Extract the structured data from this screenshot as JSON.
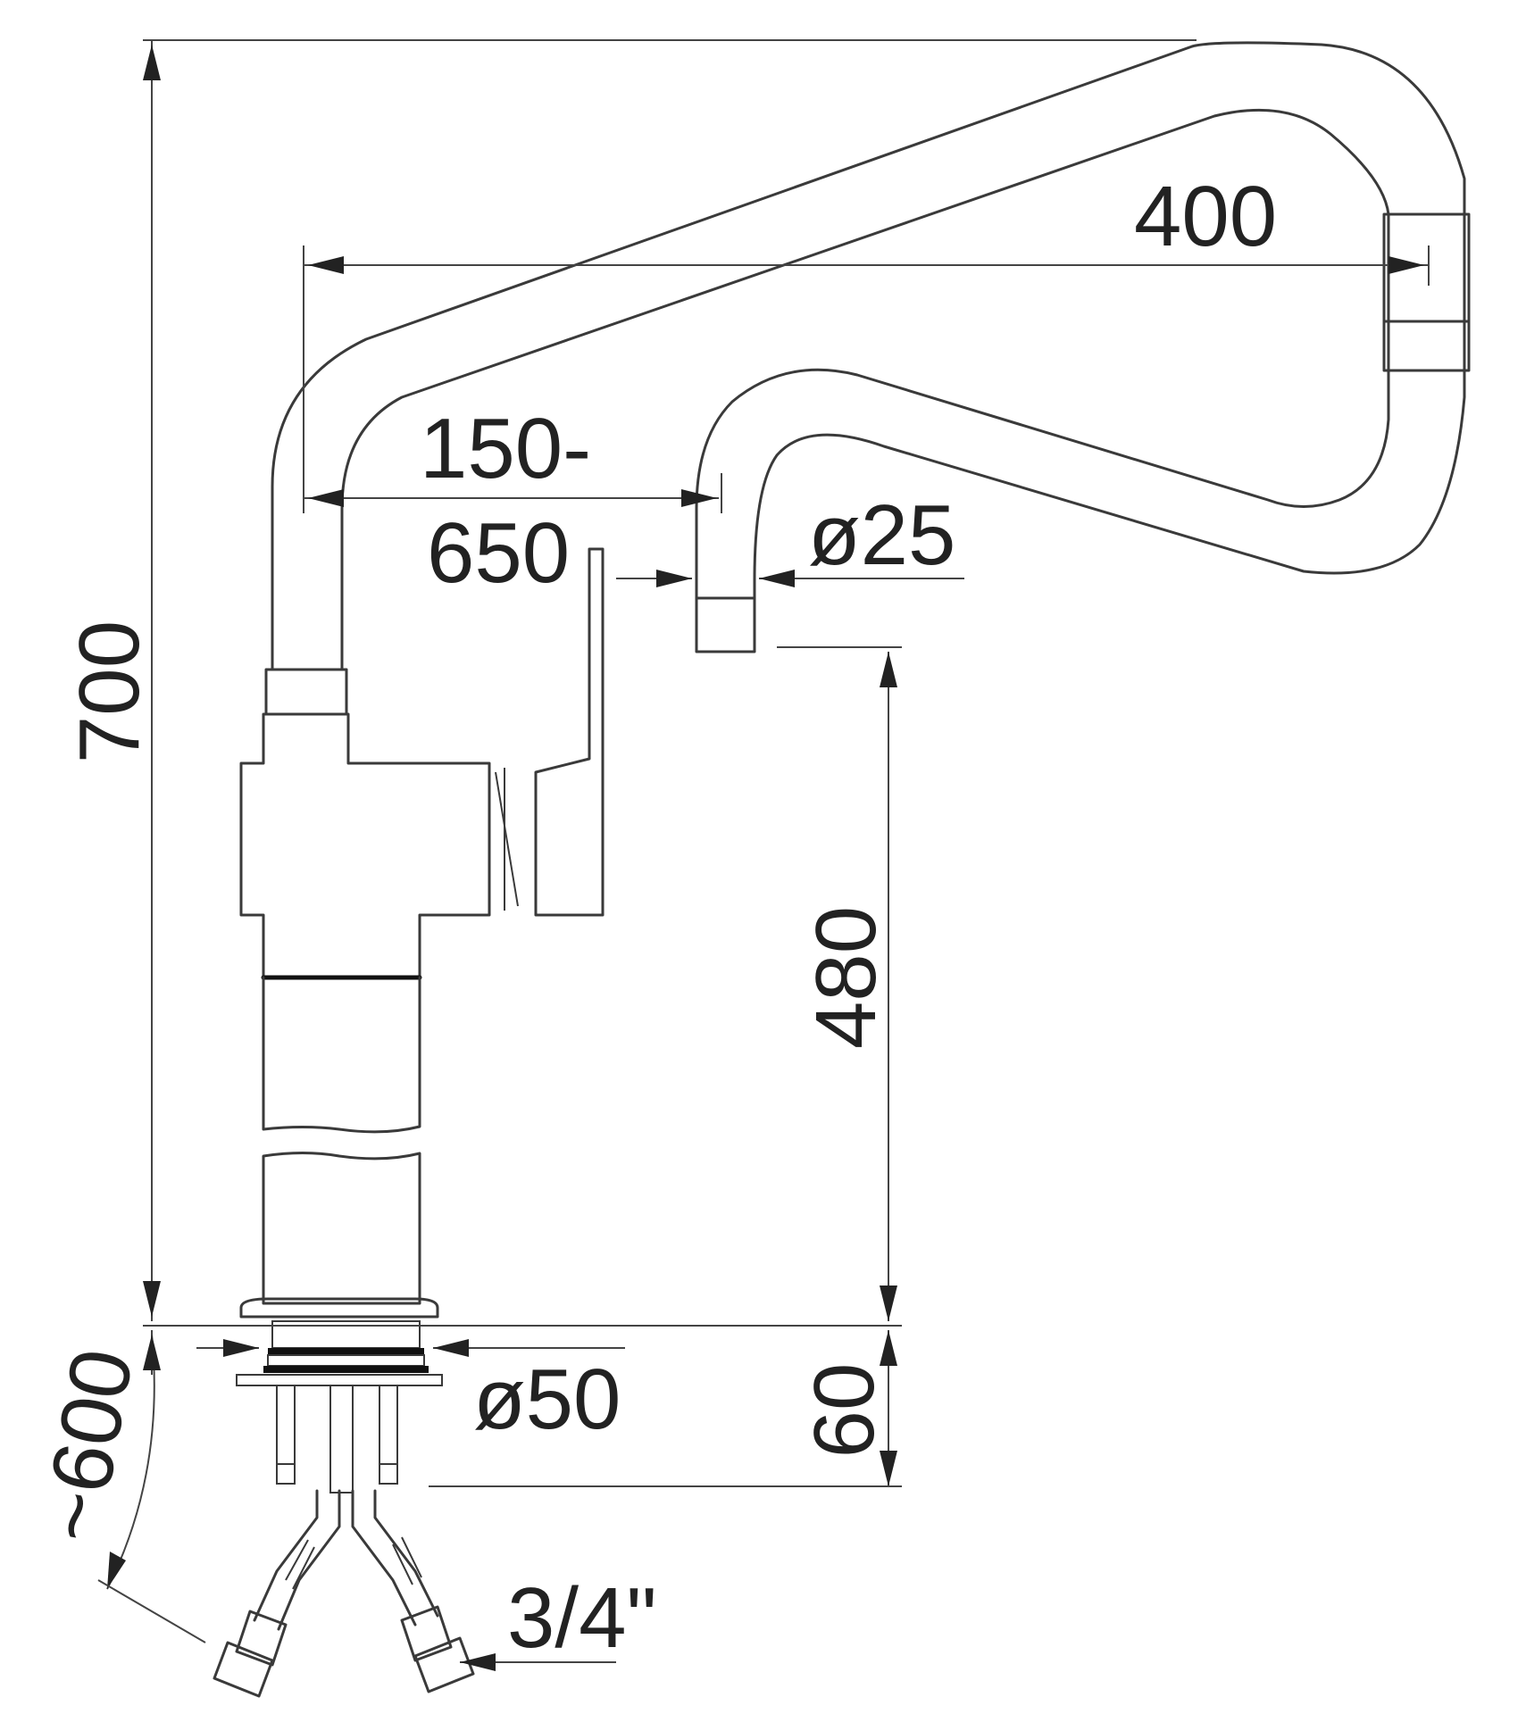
{
  "labels": {
    "height_total": "700",
    "spout_reach": "400",
    "spout_range_a": "150-",
    "spout_range_b": "650",
    "spout_diameter": "ø25",
    "outlet_height": "480",
    "base_diameter": "ø50",
    "mount_depth": "60",
    "hose_length": "~600",
    "hose_thread": "3/4\""
  }
}
